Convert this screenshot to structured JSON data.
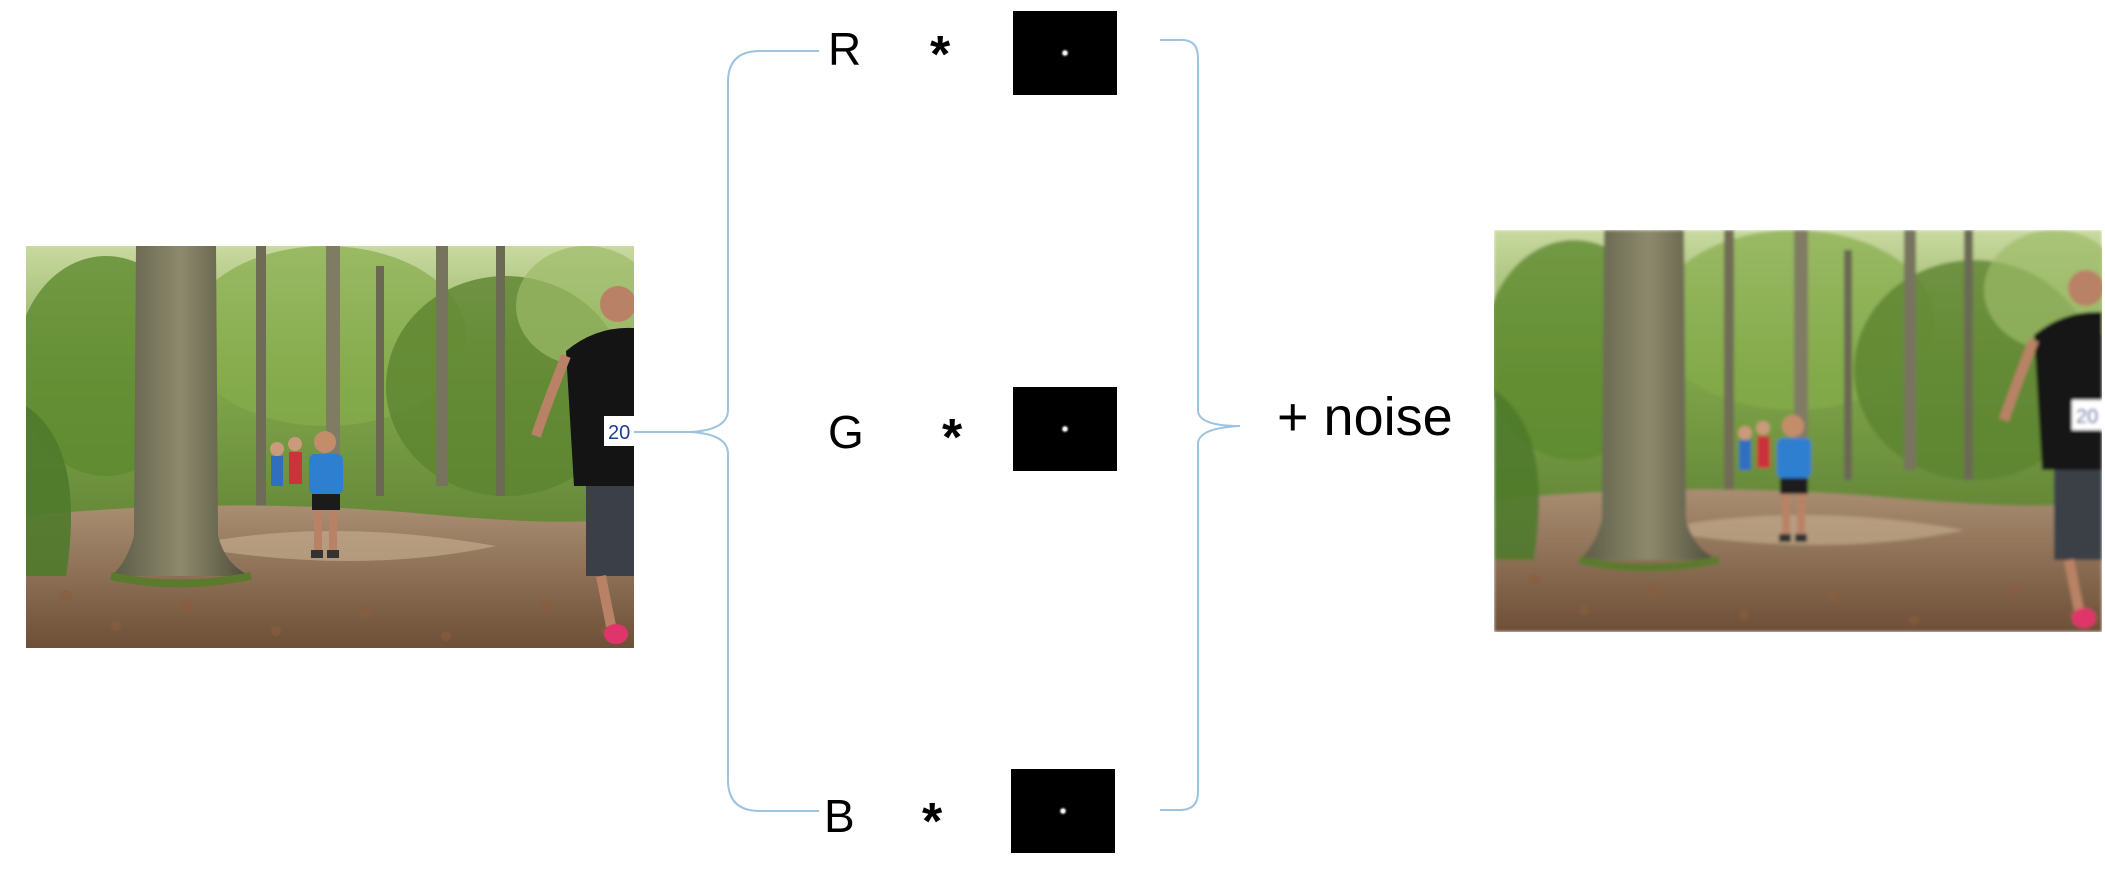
{
  "input_image": {
    "icon": "forest-trail-runners-photo",
    "variant": "sharp"
  },
  "output_image": {
    "icon": "forest-trail-runners-photo",
    "variant": "blurred"
  },
  "channels": [
    {
      "label": "R",
      "operator": "*",
      "kernel_icon": "psf-kernel-icon"
    },
    {
      "label": "G",
      "operator": "*",
      "kernel_icon": "psf-kernel-icon"
    },
    {
      "label": "B",
      "operator": "*",
      "kernel_icon": "psf-kernel-icon"
    }
  ],
  "noise_text": "+ noise",
  "colors": {
    "brace": "#9cc3e0",
    "kernel_background": "#000000",
    "kernel_spot": "#ffffff"
  }
}
